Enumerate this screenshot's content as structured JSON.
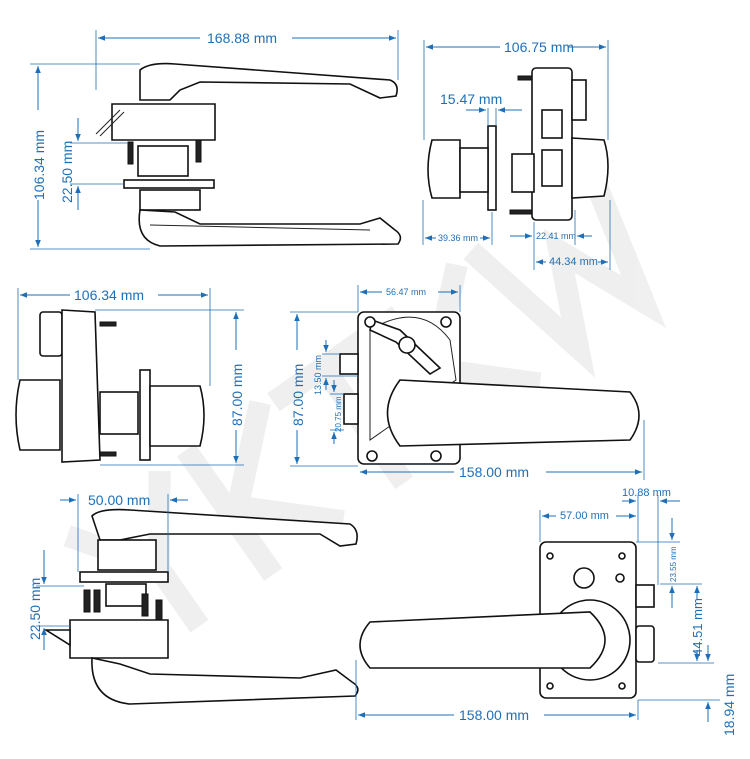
{
  "watermark": "YKTKW",
  "views": {
    "top_left": {
      "width": "168.88 mm",
      "height": "106.34 mm",
      "spindle": "22.50 mm"
    },
    "top_right": {
      "width": "106.75 mm",
      "spindle_plate": "15.47 mm",
      "left_depth": "39.36 mm",
      "latch": "22.41 mm",
      "right_depth": "44.34 mm"
    },
    "middle_left": {
      "width": "106.34 mm",
      "height": "87.00 mm"
    },
    "middle_right": {
      "plate_width": "56.47 mm",
      "height": "87.00 mm",
      "latch_offset": "13.50 mm",
      "latch_height": "20.75 mm",
      "length": "158.00 mm"
    },
    "bottom_left": {
      "width": "50.00 mm",
      "spindle": "22.50 mm"
    },
    "bottom_right": {
      "latch_depth": "10.88 mm",
      "plate_width": "57.00 mm",
      "latch_offset": "23.55 mm",
      "latch_span": "44.51 mm",
      "bottom_offset": "18.94 mm",
      "length": "158.00 mm"
    }
  }
}
